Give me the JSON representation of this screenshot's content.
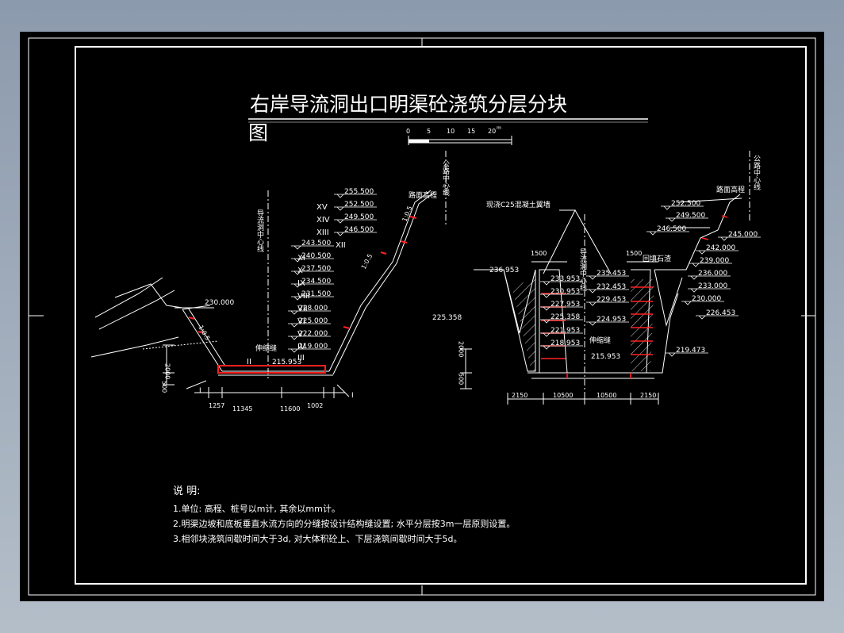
{
  "title": {
    "line1": "右岸导流洞出口明渠砼浇筑分层分块",
    "line2": "图"
  },
  "scale_bar": {
    "ticks": [
      "0",
      "5",
      "10",
      "15",
      "20"
    ],
    "unit": "m"
  },
  "left_section": {
    "road_level_label": "路面高程",
    "road_center_label": "公路中心线",
    "tunnel_center_label": "导流洞中心线",
    "layer_numerals": [
      "XV",
      "XIV",
      "XIII",
      "XII",
      "XI",
      "X",
      "IX",
      "VIII",
      "VII",
      "VI",
      "V",
      "IV",
      "III",
      "II"
    ],
    "elevations": [
      "255.500",
      "252.500",
      "249.500",
      "246.500",
      "243.500",
      "240.500",
      "237.500",
      "234.500",
      "231.500",
      "228.000",
      "225.000",
      "222.000",
      "219.000"
    ],
    "left_top_elevation": "230.000",
    "bottom_elevation": "215.953",
    "joint_label": "伸缩缝",
    "section_mark": "I",
    "dim_vertical": [
      "2000",
      "500"
    ],
    "dim_horizontal": [
      "1257",
      "11345",
      "11600",
      "1002"
    ],
    "slope_labels": [
      "1:0.5",
      "1:0.5",
      "1:0.5"
    ],
    "mid_elevation": "225.358"
  },
  "right_section": {
    "wall_label": "现浇C25混凝土翼墙",
    "road_level_label": "路面高程",
    "road_center_label": "公路中心线",
    "tunnel_center_label": "导流洞中心线",
    "backfill_label": "回填石渣",
    "top_dims": [
      "1500",
      "1500"
    ],
    "left_top_elevation": "236.953",
    "inner_elevations": [
      "233.953",
      "230.953",
      "227.953",
      "225.358",
      "221.953",
      "218.953"
    ],
    "right_inner_elevations": [
      "235.453",
      "232.453",
      "229.453",
      "224.953"
    ],
    "outer_elevations": [
      "252.500",
      "249.500",
      "246.500",
      "245.000",
      "242.000",
      "239.000",
      "236.000",
      "233.000",
      "230.000",
      "226.453",
      "219.473"
    ],
    "bottom_elevation": "215.953",
    "joint_label": "伸缩缝",
    "dim_vertical": [
      "2000",
      "500"
    ],
    "dim_horizontal": [
      "2150",
      "10500",
      "10500",
      "2150"
    ]
  },
  "notes": {
    "heading": "说    明:",
    "items": [
      "1.单位: 高程、桩号以m计, 其余以mm计。",
      "2.明渠边坡和底板垂直水流方向的分缝按设计结构缝设置; 水平分层按3m一层原则设置。",
      "3.相邻块浇筑间歇时间大于3d, 对大体积砼上、下层浇筑间歇时间大于5d。"
    ]
  },
  "colors": {
    "background": "#000000",
    "line": "#ffffff",
    "joint": "#ff2020"
  }
}
